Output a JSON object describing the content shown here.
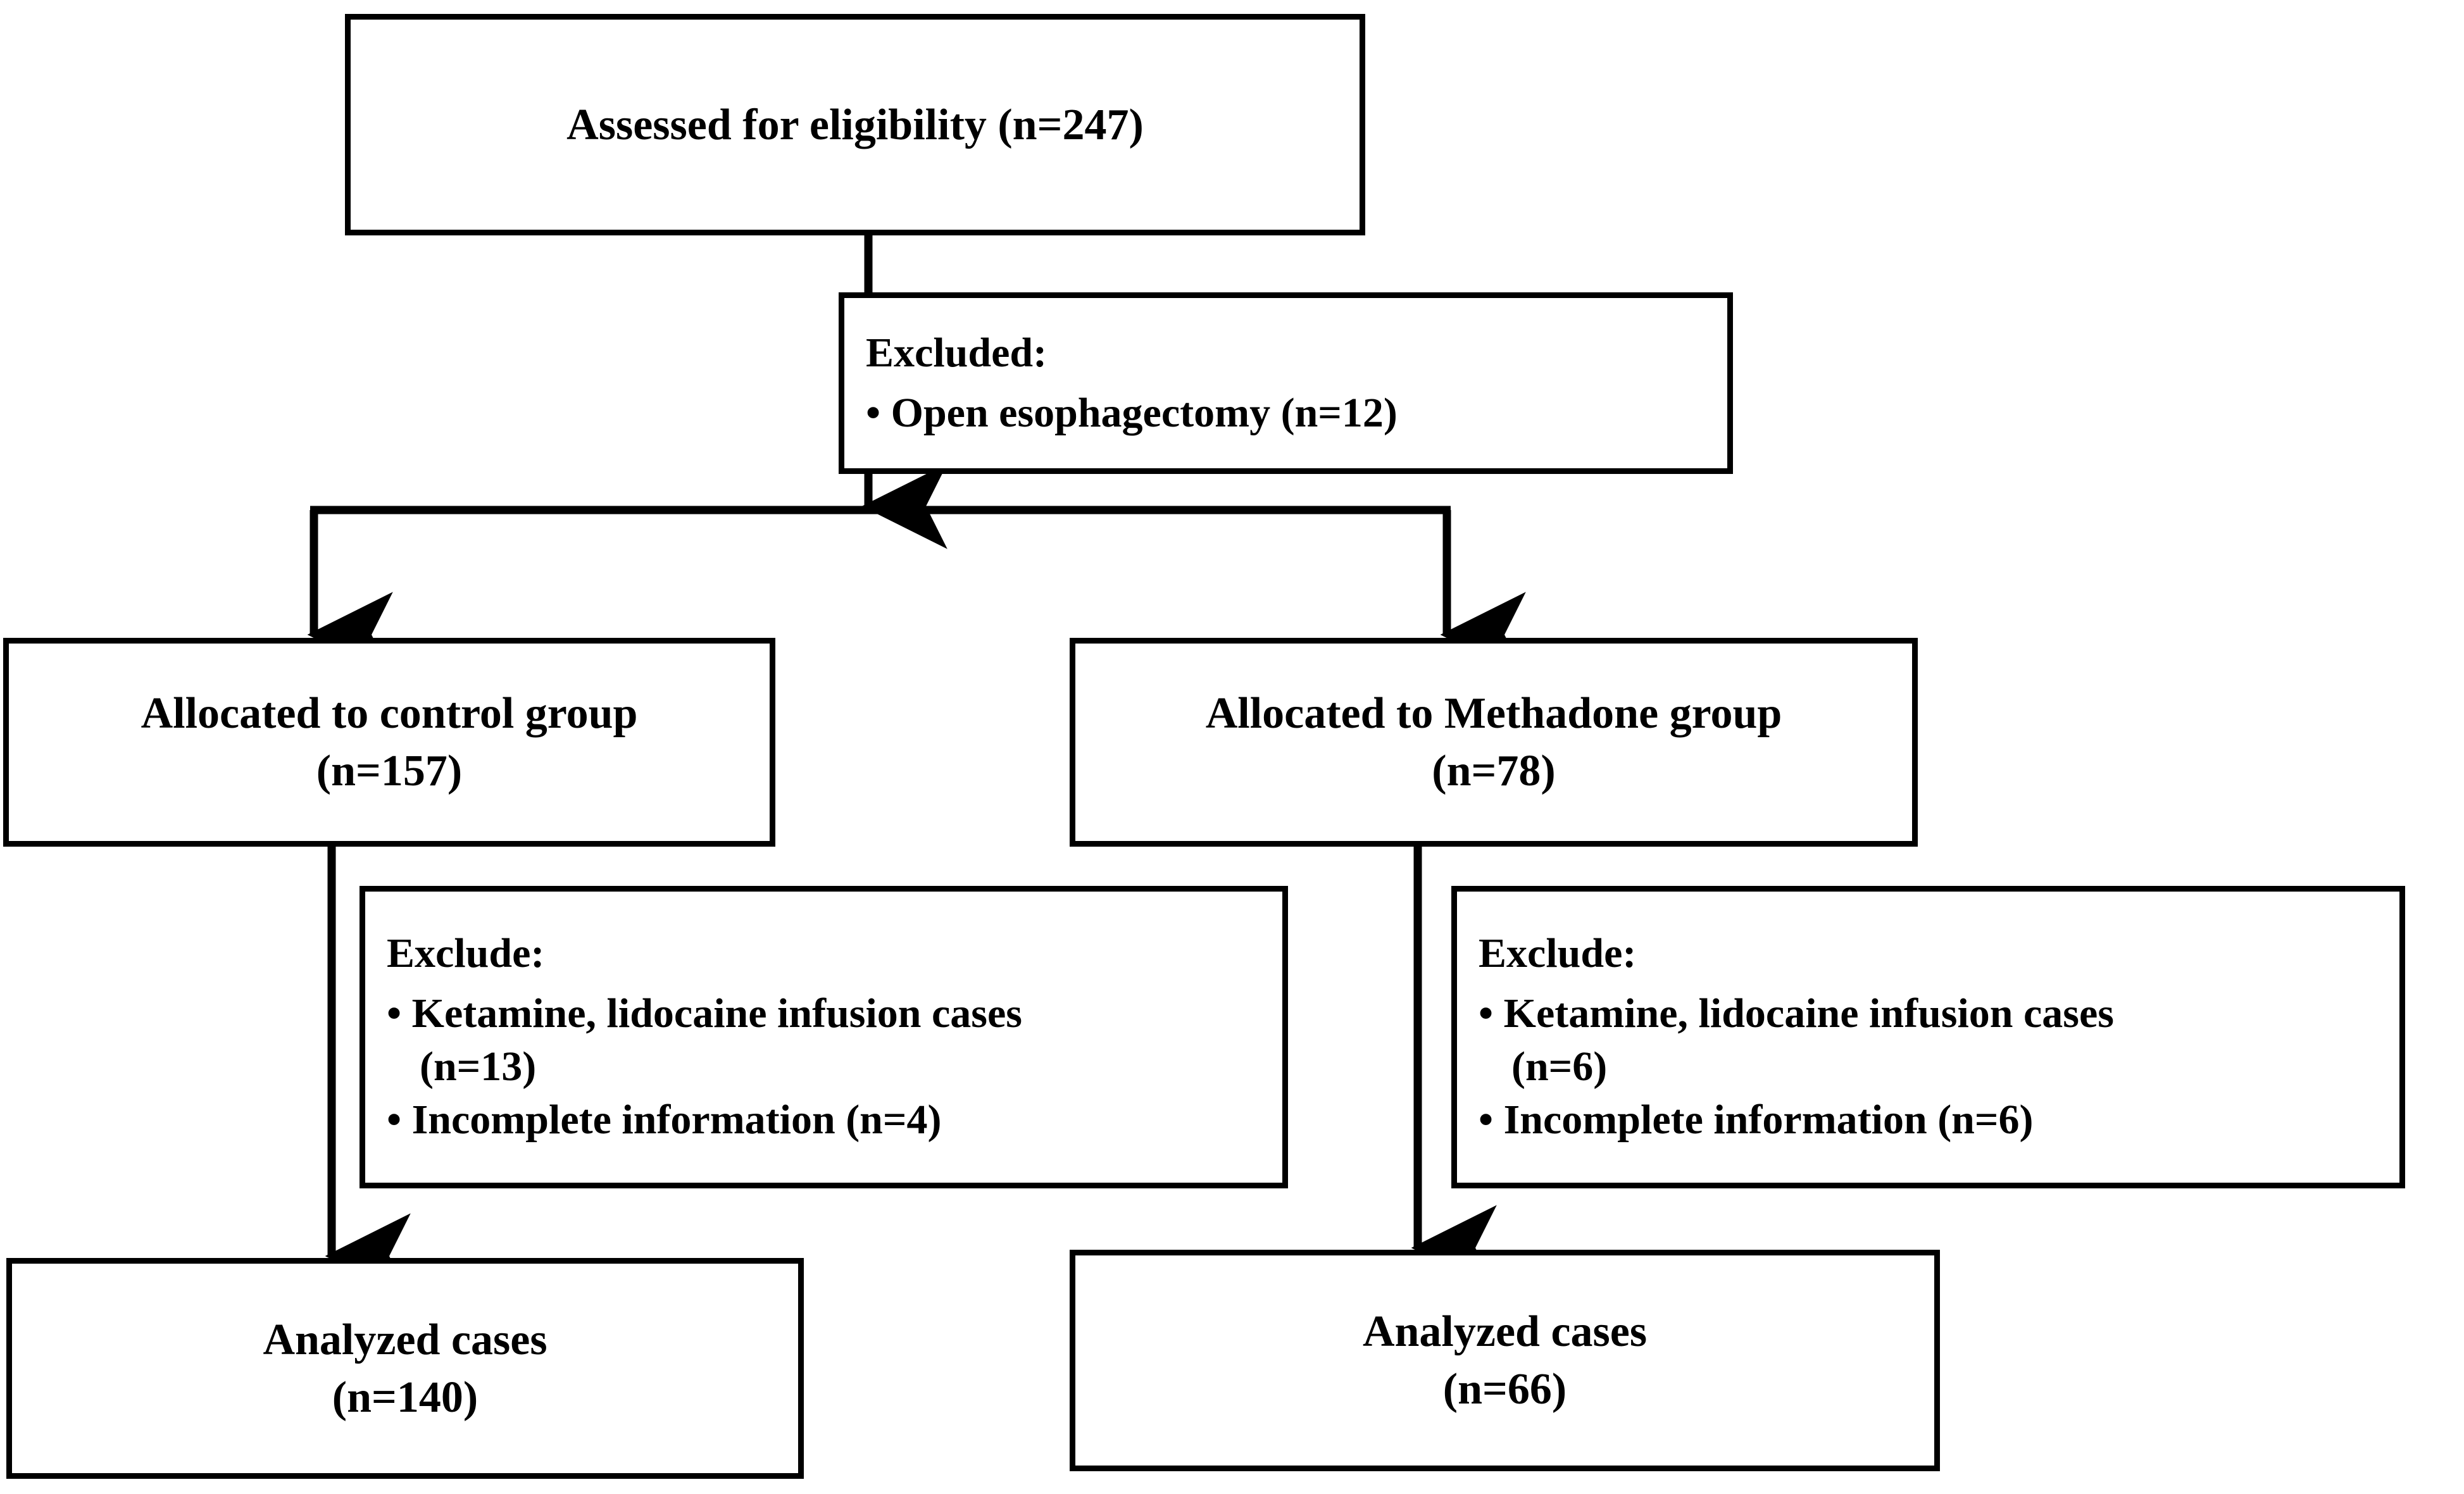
{
  "diagram": {
    "title": "CONSORT participant flow diagram",
    "type": "flowchart",
    "background_color": "#ffffff",
    "line_color": "#000000",
    "text_color": "#000000"
  },
  "nodes": {
    "assessed": {
      "label": "Assessed for eligibility (n=247)",
      "count": 247
    },
    "excluded": {
      "header": "Excluded:",
      "items": [
        "• Open esophagectomy (n=12)"
      ]
    },
    "control_alloc": {
      "line1": "Allocated to control group",
      "line2": "(n=157)",
      "count": 157
    },
    "methadone_alloc": {
      "line1": "Allocated to Methadone group",
      "line2": "(n=78)",
      "count": 78
    },
    "control_exclude": {
      "header": "Exclude:",
      "item1": "• Ketamine, lidocaine infusion cases",
      "item1_cont": "(n=13)",
      "item2": "• Incomplete information (n=4)"
    },
    "methadone_exclude": {
      "header": "Exclude:",
      "item1": "• Ketamine, lidocaine infusion cases",
      "item1_cont": "(n=6)",
      "item2": "• Incomplete information (n=6)"
    },
    "control_analyzed": {
      "line1": "Analyzed cases",
      "line2": "(n=140)",
      "count": 140
    },
    "methadone_analyzed": {
      "line1": "Analyzed cases",
      "line2": "(n=66)",
      "count": 66
    }
  }
}
